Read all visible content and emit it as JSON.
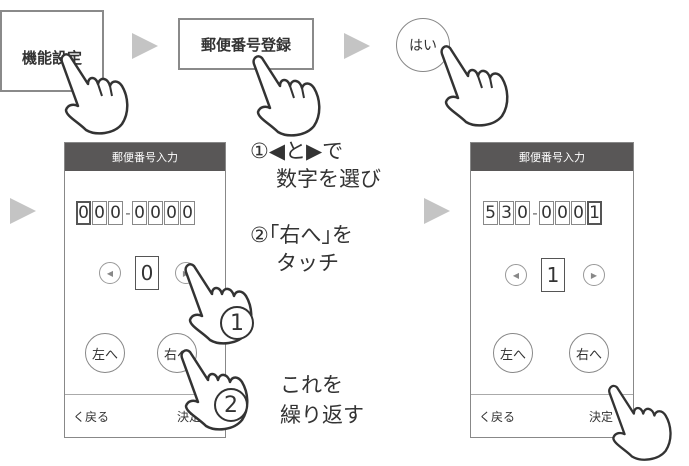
{
  "flow": {
    "step1": "機能設定",
    "step2": "郵便番号登録",
    "step3": "はい"
  },
  "screen_left": {
    "title": "郵便番号入力",
    "digits": [
      "0",
      "0",
      "0",
      "-",
      "0",
      "0",
      "0",
      "0"
    ],
    "value": "0",
    "left_button": "左へ",
    "right_button": "右へ",
    "back": "く戻る",
    "confirm": "決定"
  },
  "screen_right": {
    "title": "郵便番号入力",
    "digits": [
      "5",
      "3",
      "0",
      "-",
      "0",
      "0",
      "0",
      "1"
    ],
    "value": "1",
    "left_button": "左へ",
    "right_button": "右へ",
    "back": "く戻る",
    "confirm": "決定"
  },
  "instructions": {
    "line1": "①◀と▶で",
    "line2": "数字を選び",
    "line3": "②｢右へ｣を",
    "line4": "タッチ",
    "line5": "これを",
    "line6": "繰り返す"
  },
  "badges": {
    "one": "1",
    "two": "2"
  }
}
